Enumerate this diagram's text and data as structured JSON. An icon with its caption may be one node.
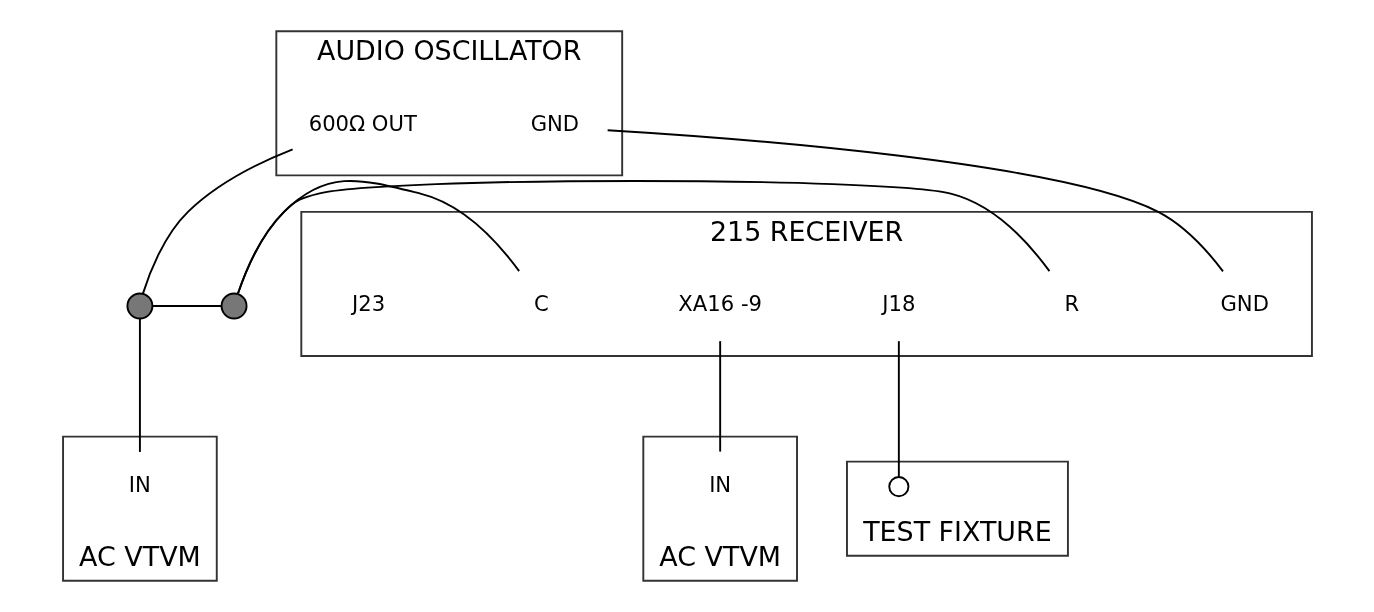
{
  "diagram": {
    "nodes": [
      {
        "text": [
          "AUDIO OSCILLATOR"
        ]
      },
      {
        "text": [
          "600Ω OUT"
        ],
        "in": 0
      },
      {
        "text": [
          "GND"
        ],
        "in": 0
      },
      {
        "text": [
          "215 RECEIVER"
        ]
      },
      {
        "text": [
          "GND"
        ],
        "in": 3
      },
      {
        "text": [
          "R"
        ],
        "in": 3
      },
      {
        "text": [
          "C"
        ],
        "in": 3
      },
      {
        "text": [
          "XA16 -9"
        ],
        "in": 3
      },
      {
        "text": [
          "J18"
        ],
        "in": 3
      },
      {
        "text": [
          "TEST FIXTURE"
        ]
      },
      {
        "text": [],
        "shape": "circle",
        "in": 9
      },
      {
        "text": [],
        "shape": "circle"
      },
      {
        "text": [],
        "shape": "circle"
      },
      {
        "text": [
          "AC VTVM"
        ]
      },
      {
        "text": [
          "IN"
        ],
        "in": 13
      },
      {
        "text": [
          "AC VTVM"
        ]
      },
      {
        "text": [
          "IN"
        ],
        "in": 15
      }
    ],
    "edges": [
      {
        "from": 2,
        "to": 4,
        "arrow": "none"
      },
      {
        "from": 8,
        "to": 10,
        "arrow": "none"
      },
      {
        "from": 1,
        "to": 11,
        "arrow": "none"
      },
      {
        "from": 11,
        "to": 12,
        "arrow": "none"
      },
      {
        "from": 12,
        "to": 6,
        "arrow": "none"
      },
      {
        "from": 5,
        "to": 12,
        "arrow": "none"
      },
      {
        "from": 11,
        "to": 14,
        "arrow": "none"
      },
      {
        "from": 7,
        "to": 16,
        "arrow": "none"
      }
    ],
    "labels": [
      "J23"
    ]
  }
}
